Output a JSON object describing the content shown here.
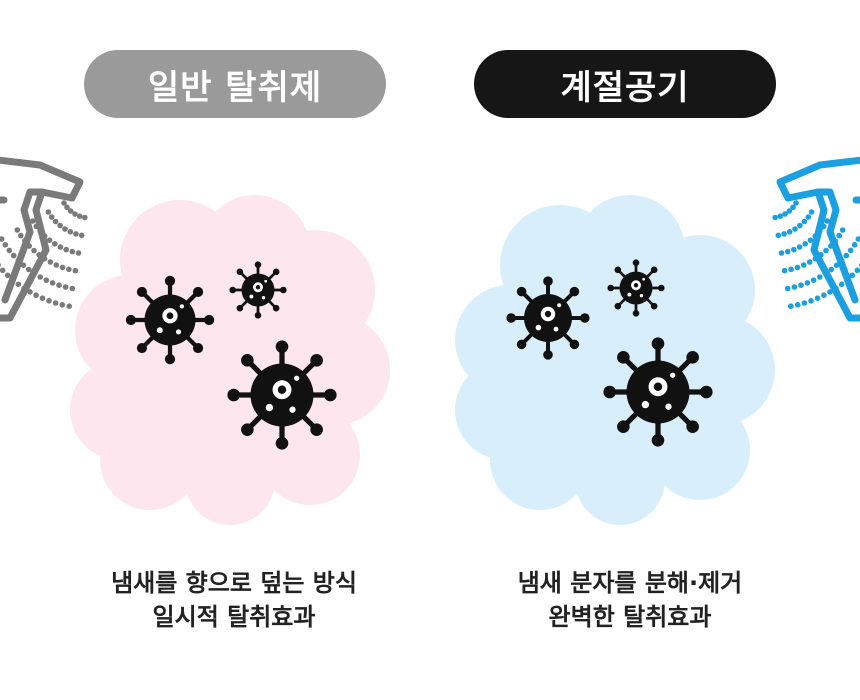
{
  "left": {
    "title": "일반 탈취제",
    "caption_line1": "냄새를 향으로 덮는 방식",
    "caption_line2": "일시적 탈취효과",
    "cloud_color": "#fde6ee",
    "pill_color": "#9a9a9a",
    "spray_color": "#7a7a7a"
  },
  "right": {
    "title": "계절공기",
    "caption_line1": "냄새 분자를 분해·제거",
    "caption_line2": "완벽한 탈취효과",
    "cloud_color": "#d8effb",
    "pill_color": "#161616",
    "spray_color": "#1a9fe0"
  },
  "icons": [
    "spray-bottle-icon",
    "virus-icon",
    "cloud-shape"
  ]
}
